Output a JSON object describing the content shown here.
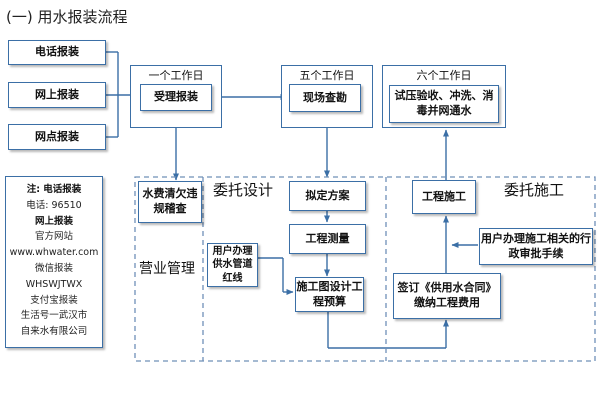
{
  "title": "(一) 用水报装流程",
  "channels": [
    "电话报装",
    "网上报装",
    "网点报装"
  ],
  "stages": [
    {
      "label": "一个工作日",
      "box": "受理报装"
    },
    {
      "label": "五个工作日",
      "box": "现场查勘"
    },
    {
      "label": "六个工作日",
      "box": "试压验收、冲洗、消毒并网通水"
    }
  ],
  "sections": {
    "design": "委托设计",
    "construction": "委托施工",
    "business": "营业管理"
  },
  "boxes": {
    "arrears": "水费清欠违规稽查",
    "plan": "拟定方案",
    "survey": "工程测量",
    "permit_design": "用户办理供水管道红线",
    "drawing": "施工图设计工程预算",
    "contract": "签订《供用水合同》缴纳工程费用",
    "construct": "工程施工",
    "permit_construct": "用户办理施工相关的行政审批手续"
  },
  "note": {
    "lines": [
      "注: 电话报装",
      "电话: 96510",
      "网上报装",
      "官方网站",
      "www.whwater.com",
      "微信报装",
      "WHSWJTWX",
      "支付宝报装",
      "生活号一武汉市",
      "自来水有限公司"
    ]
  },
  "colors": {
    "line": "#3b6fa6",
    "dash": "#6f90b8"
  }
}
